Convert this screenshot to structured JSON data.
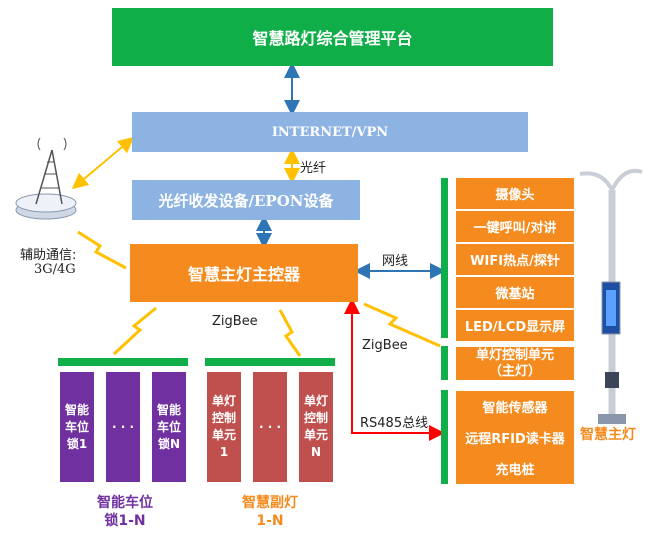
{
  "platform": "智慧路灯综合管理平台",
  "internet": "INTERNET/VPN",
  "fiber_link": "光纤",
  "fiber_device": "光纤收发设备/EPON设备",
  "master": "智慧主灯主控器",
  "aux_comm": "辅助通信:",
  "aux_comm_tech": "3G/4G",
  "net_cable": "网线",
  "zigbee_1": "ZigBee",
  "zigbee_2": "ZigBee",
  "rs485": "RS485总线",
  "right_top": [
    "摄像头",
    "一键呼叫/对讲",
    "WIFI热点/探针",
    "微基站",
    "LED/LCD显示屏"
  ],
  "single_ctrl": [
    "单灯控制单元",
    "（主灯）"
  ],
  "right_bottom": [
    "智能传感器",
    "远程RFID读卡器",
    "充电桩"
  ],
  "parking": {
    "c1": [
      "智能",
      "车位",
      "锁1"
    ],
    "dots": "· · ·",
    "c3": [
      "智能",
      "车位",
      "锁N"
    ],
    "label": [
      "智能车位",
      "锁1-N"
    ]
  },
  "sub_lamp": {
    "c1": [
      "单灯",
      "控制",
      "单元",
      "1"
    ],
    "dots": "· · ·",
    "c3": [
      "单灯",
      "控制",
      "单元",
      "N"
    ],
    "label": [
      "智慧副灯",
      "1-N"
    ]
  },
  "main_lamp_label": "智慧主灯",
  "colors": {
    "green": "#10ae48",
    "blue": "#8db3e2",
    "orange": "#f58b1f",
    "purple": "#7030a0",
    "red_unit": "#c0504d",
    "arrow_blue": "#2e75b6",
    "arrow_yellow": "#ffc000",
    "arrow_red": "#ff0000"
  }
}
